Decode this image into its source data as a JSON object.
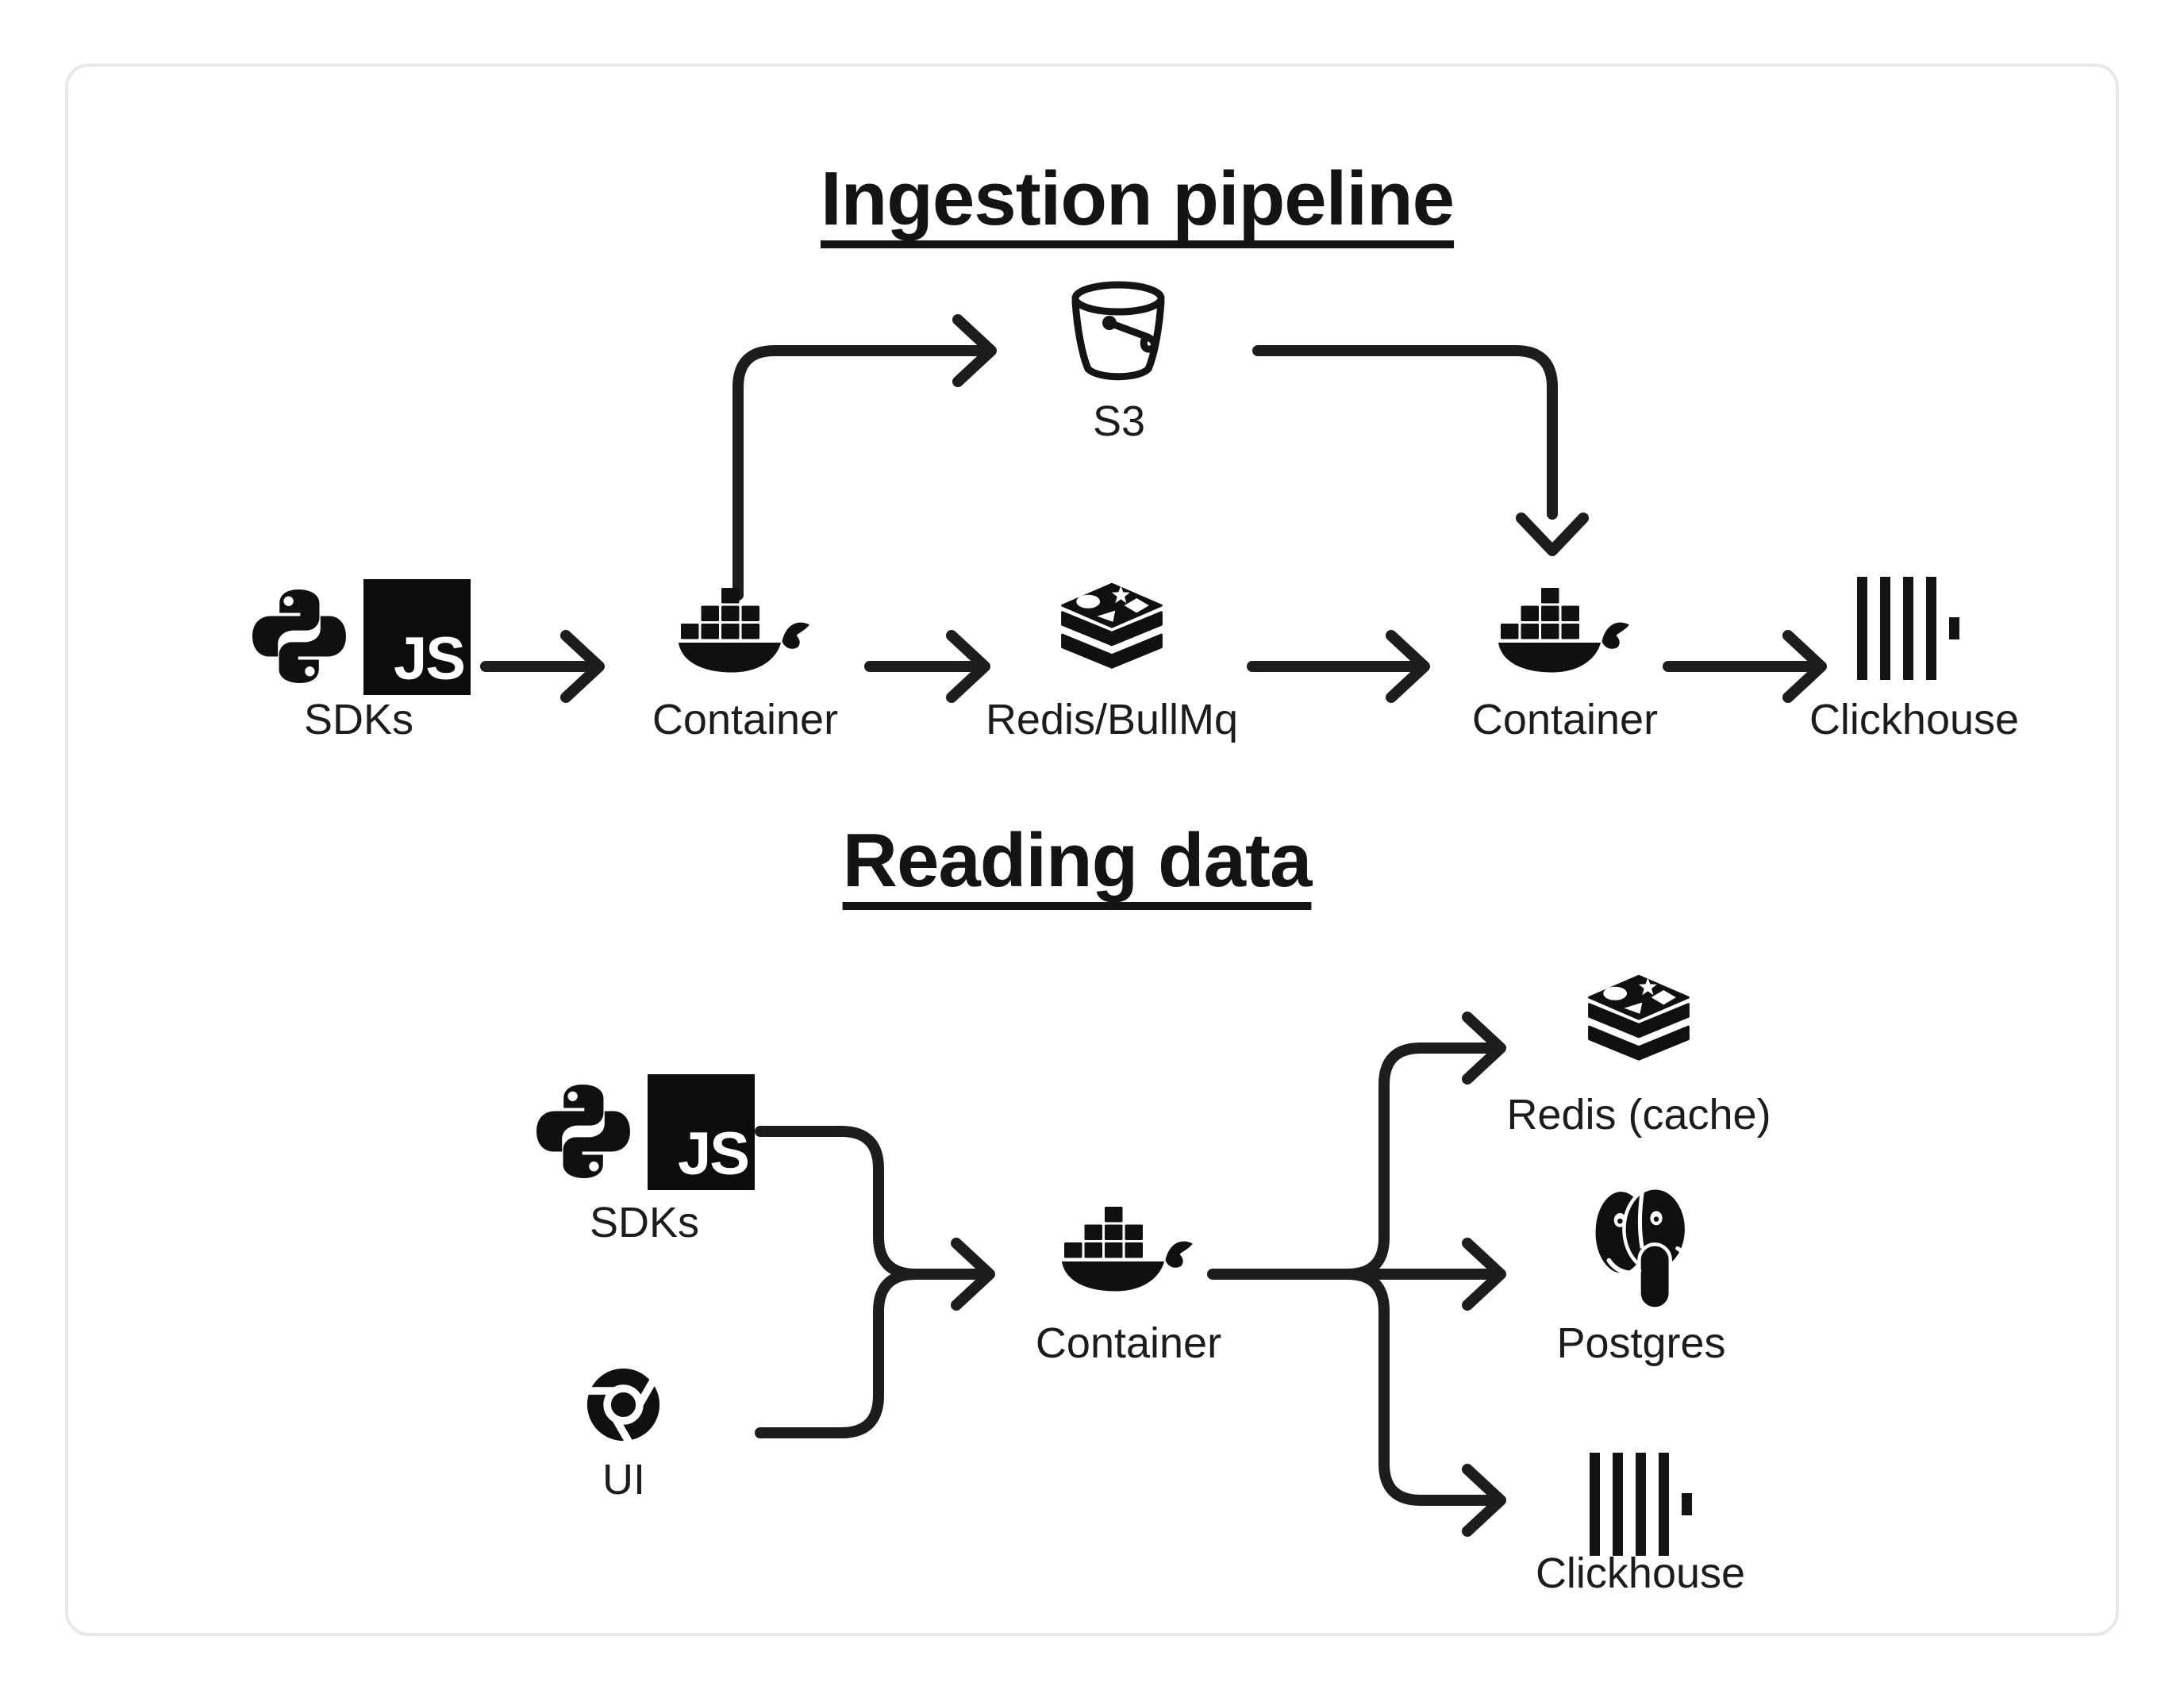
{
  "sections": {
    "ingestion": {
      "title": "Ingestion pipeline"
    },
    "reading": {
      "title": "Reading data"
    }
  },
  "icons": {
    "js_badge_text": "JS"
  },
  "nodes": {
    "s3": {
      "label": "S3",
      "icon": "s3-bucket"
    },
    "sdks_ingestion": {
      "label": "SDKs",
      "icons": [
        "python",
        "javascript"
      ]
    },
    "container_ingestion_in": {
      "label": "Container",
      "icon": "docker"
    },
    "redis_queue": {
      "label": "Redis/BullMq",
      "icon": "redis"
    },
    "container_ingestion_worker": {
      "label": "Container",
      "icon": "docker"
    },
    "clickhouse_ingestion": {
      "label": "Clickhouse",
      "icon": "clickhouse"
    },
    "sdks_reading": {
      "label": "SDKs",
      "icons": [
        "python",
        "javascript"
      ]
    },
    "ui": {
      "label": "UI",
      "icon": "chrome"
    },
    "container_reading": {
      "label": "Container",
      "icon": "docker"
    },
    "redis_cache": {
      "label": "Redis (cache)",
      "icon": "redis"
    },
    "postgres": {
      "label": "Postgres",
      "icon": "postgres"
    },
    "clickhouse_reading": {
      "label": "Clickhouse",
      "icon": "clickhouse"
    }
  },
  "edges": {
    "ingestion": [
      {
        "from": "sdks_ingestion",
        "to": "container_ingestion_in"
      },
      {
        "from": "container_ingestion_in",
        "to": "s3"
      },
      {
        "from": "container_ingestion_in",
        "to": "redis_queue"
      },
      {
        "from": "redis_queue",
        "to": "container_ingestion_worker"
      },
      {
        "from": "s3",
        "to": "container_ingestion_worker"
      },
      {
        "from": "container_ingestion_worker",
        "to": "clickhouse_ingestion"
      }
    ],
    "reading": [
      {
        "from": "sdks_reading",
        "to": "container_reading"
      },
      {
        "from": "ui",
        "to": "container_reading"
      },
      {
        "from": "container_reading",
        "to": "redis_cache"
      },
      {
        "from": "container_reading",
        "to": "postgres"
      },
      {
        "from": "container_reading",
        "to": "clickhouse_reading"
      }
    ]
  },
  "colors": {
    "ink": "#141414",
    "label": "#1c1c1c",
    "card_border": "#e8e8e8",
    "background": "#ffffff"
  }
}
